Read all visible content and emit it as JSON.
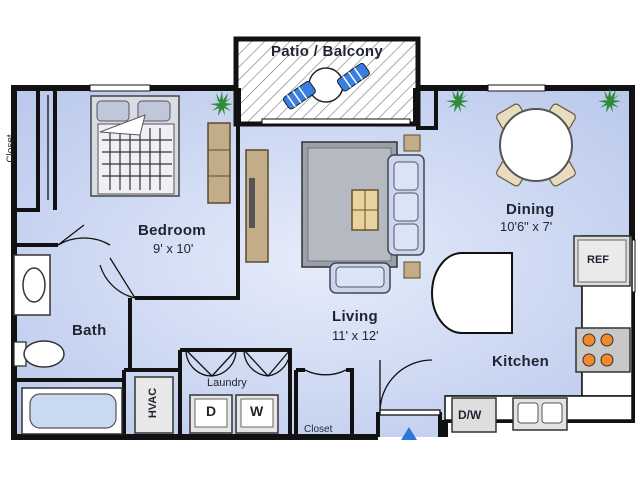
{
  "rooms": {
    "patio": {
      "name": "Patio / Balcony"
    },
    "bedroom": {
      "name": "Bedroom",
      "dims": "9' x 10'"
    },
    "living": {
      "name": "Living",
      "dims": "11' x 12'"
    },
    "dining": {
      "name": "Dining",
      "dims": "10'6\" x 7'"
    },
    "kitchen": {
      "name": "Kitchen"
    },
    "bath": {
      "name": "Bath"
    },
    "laundry": {
      "name": "Laundry"
    },
    "closet_left": {
      "name": "Closet"
    },
    "closet_bottom": {
      "name": "Closet"
    }
  },
  "fixtures": {
    "ref": "REF",
    "dishwasher": "D/W",
    "hvac": "HVAC",
    "washer": "W",
    "dryer": "D"
  },
  "colors": {
    "floor": "#c6d3f0",
    "wall": "#111111",
    "entry_arrow": "#2a78d8"
  },
  "icons": [
    "plant-icon",
    "bed-icon",
    "sofa-icon",
    "dining-table-icon",
    "stove-icon",
    "sink-icon",
    "toilet-icon",
    "bathtub-icon",
    "entry-arrow-icon"
  ]
}
